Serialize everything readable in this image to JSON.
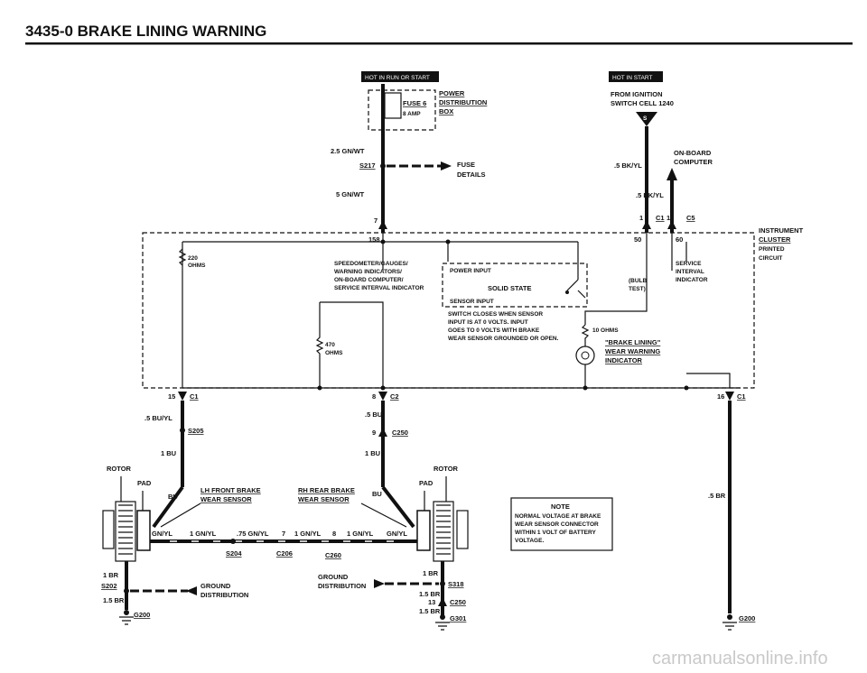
{
  "header": {
    "title": "3435-0 BRAKE LINING WARNING"
  },
  "power": {
    "hot_run_start": "HOT IN RUN OR START",
    "hot_start": "HOT IN START",
    "fuse_label": "FUSE 6",
    "fuse_amp": "8 AMP",
    "pdb_line1": "POWER",
    "pdb_line2": "DISTRIBUTION",
    "pdb_line3": "BOX",
    "fuse_details_1": "FUSE",
    "fuse_details_2": "DETAILS",
    "from_ign_1": "FROM IGNITION",
    "from_ign_2": "SWITCH CELL 1240",
    "s_marker": "S",
    "onboard_1": "ON-BOARD",
    "onboard_2": "COMPUTER"
  },
  "wires": {
    "w_25gnwt": "2.5 GN/WT",
    "s217": "S217",
    "w_05gnwt": "5 GN/WT",
    "w_5bkyl_a": ".5 BK/YL",
    "w_5bkyl_b": ".5 BK/YL",
    "w_5buyl": ".5 BU/YL",
    "s205": "S205",
    "w_1bu_left": "1 BU",
    "w_5bu": ".5 BU",
    "c250_upper": "C250",
    "w_1bu_mid": "1 BU",
    "bu_left": "BU",
    "bu_right": "BU",
    "w_5br": ".5 BR",
    "gnyl_left": "GN/YL",
    "gnyl_1": "1 GN/YL",
    "gnyl_75": ".75 GN/YL",
    "gnyl_mid": "1 GN/YL",
    "gnyl_right_1": "1 GN/YL",
    "gnyl_right": "GN/YL",
    "pin7_low": "7",
    "pin8_low": "8",
    "s204": "S204",
    "c206": "C206",
    "c260": "C260",
    "w_1br_left": "1 BR",
    "s202": "S202",
    "w_15br_left": "1.5 BR",
    "g200_left": "G200",
    "ground_dist_left_1": "GROUND",
    "ground_dist_left_2": "DISTRIBUTION",
    "ground_dist_mid_1": "GROUND",
    "ground_dist_mid_2": "DISTRIBUTION",
    "w_1br_right": "1 BR",
    "s318": "S318",
    "w_15br_r1": "1.5 BR",
    "pin13": "13",
    "c250_lower": "C250",
    "w_15br_r2": "1.5 BR",
    "g301": "G301",
    "g200_right": "G200"
  },
  "cluster": {
    "title_1": "INSTRUMENT",
    "title_2": "CLUSTER",
    "title_3": "PRINTED",
    "title_4": "CIRCUIT",
    "pin7": "7",
    "pin1a": "1",
    "c1_top": "C1",
    "pin1b": "1",
    "c5": "C5",
    "pin158": "158",
    "pin50": "50",
    "pin60": "60",
    "r220_1": "220",
    "r220_2": "OHMS",
    "speedo_1": "SPEEDOMETER/GAUGES/",
    "speedo_2": "WARNING INDICATORS/",
    "speedo_3": "ON-BOARD COMPUTER/",
    "speedo_4": "SERVICE INTERVAL INDICATOR",
    "power_input": "POWER INPUT",
    "solid_state": "SOLID STATE",
    "sensor_input": "SENSOR INPUT",
    "bulb_1": "(BULB",
    "bulb_2": "TEST)",
    "service_1": "SERVICE",
    "service_2": "INTERVAL",
    "service_3": "INDICATOR",
    "switch_1": "SWITCH CLOSES WHEN SENSOR",
    "switch_2": "INPUT IS AT 0 VOLTS. INPUT",
    "switch_3": "GOES TO 0 VOLTS WITH BRAKE",
    "switch_4": "WEAR SENSOR GROUNDED OR OPEN.",
    "r10": "10 OHMS",
    "r470_1": "470",
    "r470_2": "OHMS",
    "warn_1": "\"BRAKE LINING\"",
    "warn_2": "WEAR WARNING",
    "warn_3": "INDICATOR",
    "pin15": "15",
    "c1_left": "C1",
    "pin8": "8",
    "c2": "C2",
    "pin9": "9",
    "pin16": "16",
    "c1_right": "C1"
  },
  "sensors": {
    "rotor_left": "ROTOR",
    "pad_left": "PAD",
    "rotor_right": "ROTOR",
    "pad_right": "PAD",
    "lh_1": "LH FRONT BRAKE",
    "lh_2": "WEAR SENSOR",
    "rh_1": "RH REAR BRAKE",
    "rh_2": "WEAR SENSOR"
  },
  "note": {
    "title": "NOTE",
    "line_1": "NORMAL VOLTAGE AT BRAKE",
    "line_2": "WEAR SENSOR CONNECTOR",
    "line_3": "WITHIN 1 VOLT OF BATTERY",
    "line_4": "VOLTAGE."
  },
  "footer": {
    "watermark": "carmanualsonline.info"
  },
  "colors": {
    "cluster_fill": "#d6d6d6",
    "ink": "#111111",
    "hot_bg": "#111111"
  }
}
